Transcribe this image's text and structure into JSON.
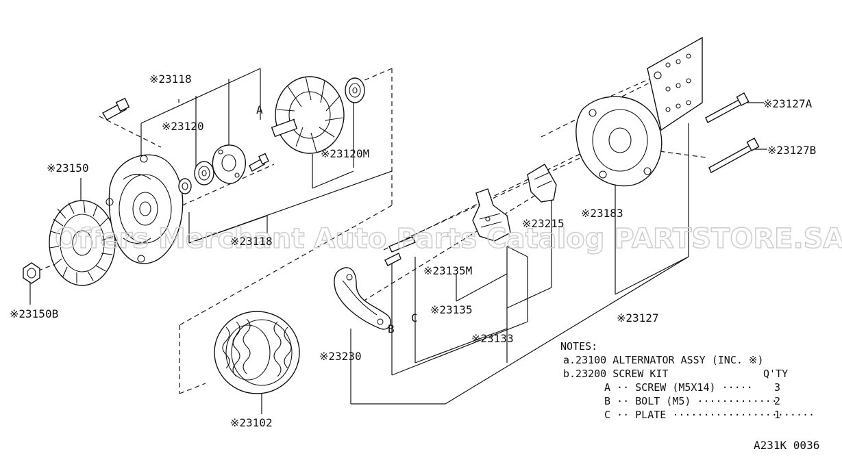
{
  "parts": {
    "p23118_top": "※23118",
    "p23120": "※23120",
    "ref_a": "A",
    "p23120M": "※23120M",
    "p23150": "※23150",
    "p23118_mid": "※23118",
    "p23150B": "※23150B",
    "p23102": "※23102",
    "p23230": "※23230",
    "ref_b": "B",
    "ref_c": "C",
    "p23135M": "※23135M",
    "p23135": "※23135",
    "p23133": "※23133",
    "p23215": "※23215",
    "p23183": "※23183",
    "p23127": "※23127",
    "p23127A": "※23127A",
    "p23127B": "※23127B"
  },
  "notes": {
    "title": "NOTES:",
    "line_a": "a.23100  ALTERNATOR ASSY (INC. ※)",
    "line_b": "b.23200  SCREW KIT",
    "qty_header": "Q'TY",
    "item_a": "A ·· SCREW (M5X14) ·····",
    "item_a_qty": "3",
    "item_b": "B ·· BOLT (M5) ·············",
    "item_b_qty": "2",
    "item_c": "C ·· PLATE ·······················",
    "item_c_qty": "1"
  },
  "drawing_code": "A231K 0036",
  "watermark": "Offers Merchant Auto Parts Catalog PARTSTORE.SA"
}
